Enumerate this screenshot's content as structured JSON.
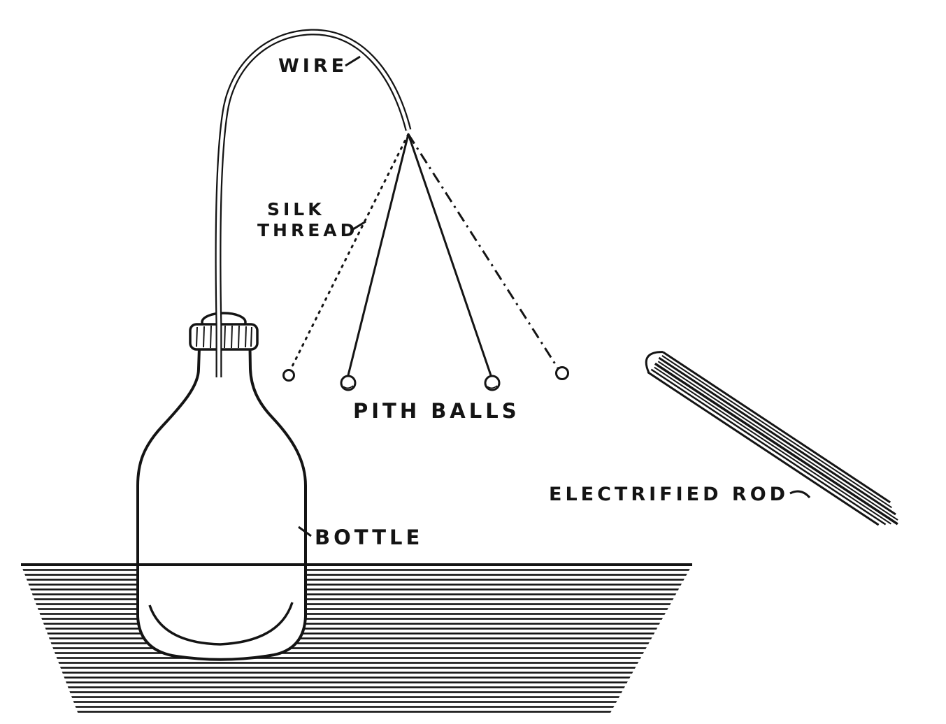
{
  "figure": {
    "labels": {
      "wire": "WIRE",
      "silk_thread_line1": "SILK",
      "silk_thread_line2": "THREAD",
      "pith_balls": "PITH BALLS",
      "bottle": "BOTTLE",
      "electrified_rod": "ELECTRIFIED ROD"
    },
    "colors": {
      "ink": "#141414",
      "background": "#ffffff"
    }
  }
}
